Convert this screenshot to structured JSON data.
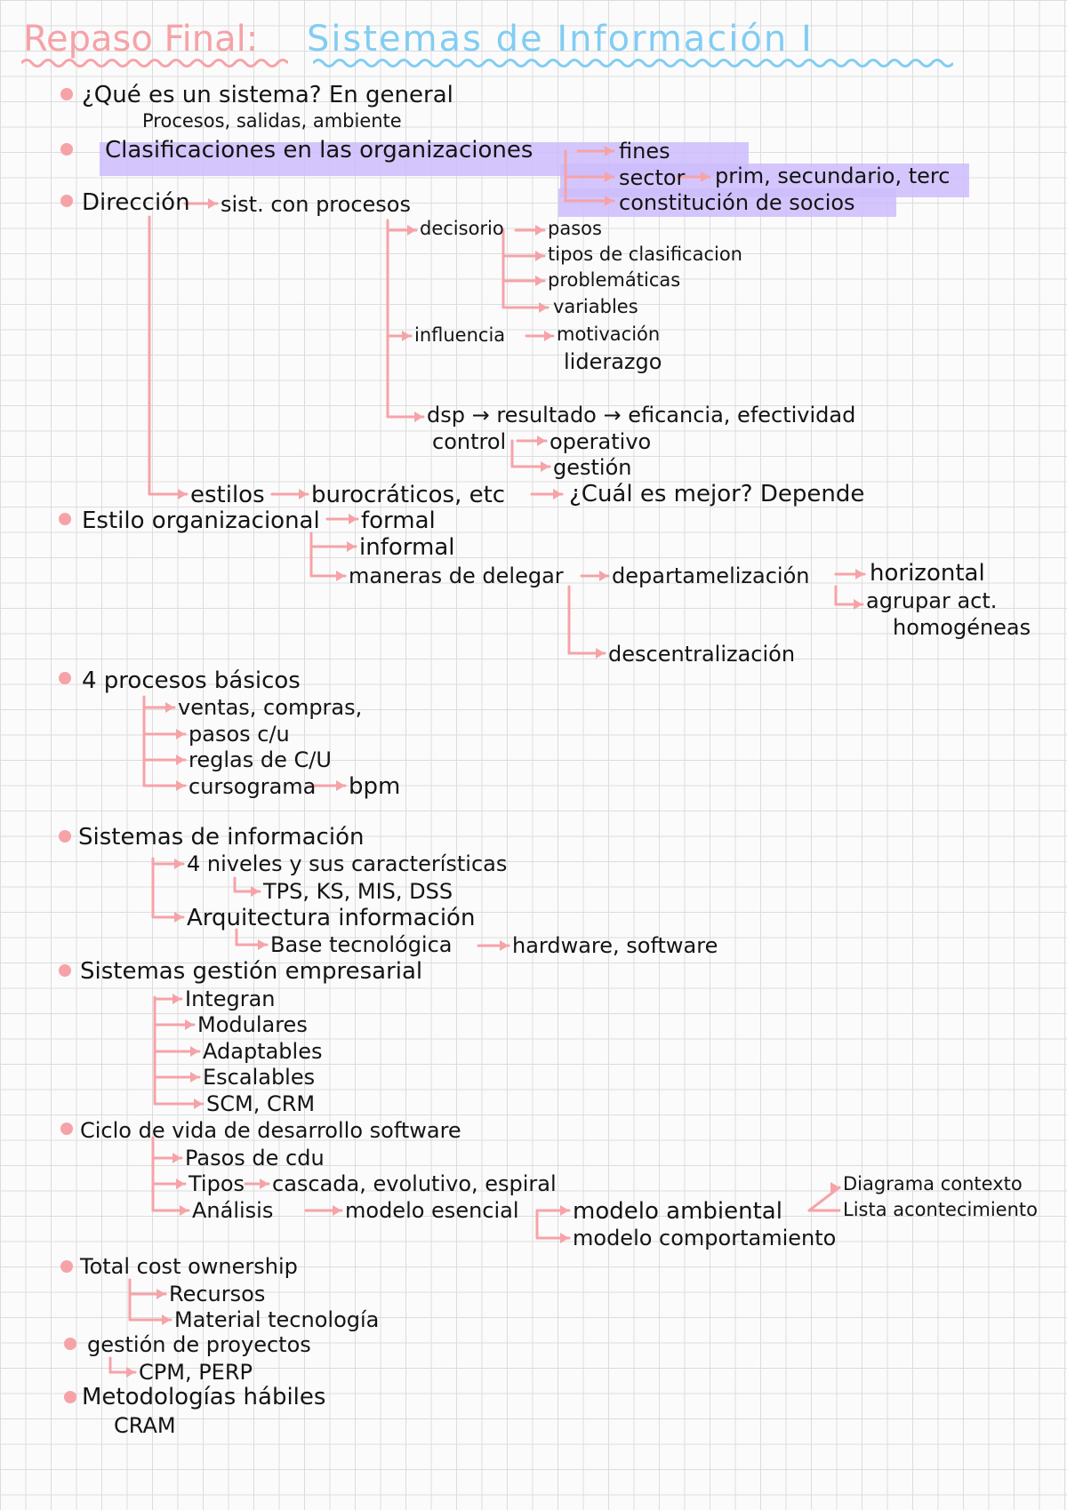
{
  "title": {
    "prefix": "Repaso Final:",
    "subject": "Sistemas de Información I"
  },
  "colors": {
    "pink_accent": "#f6a3a8",
    "blue_title": "#82cdf2",
    "highlight_purple": "#cdbcfb",
    "ink": "#141414",
    "grid": "#dcdcdc"
  },
  "s1": {
    "heading": "¿Qué es un sistema? En general",
    "sub": "Procesos, salidas, ambiente"
  },
  "s2": {
    "heading": "Clasificaciones en las organizaciones",
    "fines": "fines",
    "sector": "sector",
    "sector_detail": "prim, secundario, terc",
    "constitucion": "constitución de socios"
  },
  "s3": {
    "heading": "Dirección",
    "procesos": "sist. con procesos",
    "decisorio": "decisorio",
    "pasos": "pasos",
    "tipos": "tipos de clasificacion",
    "problematicas": "problemáticas",
    "variables": "variables",
    "influencia": "influencia",
    "motivacion": "motivación",
    "liderazgo": "liderazgo",
    "dsp": "dsp → resultado → eficancia, efectividad",
    "control": "control",
    "operativo": "operativo",
    "gestion": "gestión",
    "estilos": "estilos",
    "burocraticos": "burocráticos, etc",
    "cual": "¿Cuál es mejor? Depende"
  },
  "s4": {
    "heading": "Estilo organizacional",
    "formal": "formal",
    "informal": "informal",
    "delegar": "maneras de delegar",
    "departamentalizacion": "departamelización",
    "horizontal": "horizontal",
    "agrupar": "agrupar act.",
    "homogeneas": "homogéneas",
    "descentralizacion": "descentralización"
  },
  "s5": {
    "heading": "4 procesos básicos",
    "items": [
      "ventas, compras,",
      "pasos c/u",
      "reglas de C/U",
      "cursograma"
    ],
    "bpm": "bpm"
  },
  "s6": {
    "heading": "Sistemas de información",
    "niveles": "4 niveles y sus características",
    "tipos": "TPS, KS, MIS, DSS",
    "arquitectura": "Arquitectura información",
    "base": "Base tecnológica",
    "hw": "hardware, software"
  },
  "s7": {
    "heading": "Sistemas gestión empresarial",
    "items": [
      "Integran",
      "Modulares",
      "Adaptables",
      "Escalables",
      "SCM, CRM"
    ]
  },
  "s8": {
    "heading": "Ciclo de vida de desarrollo software",
    "pasos": "Pasos de cdu",
    "tipos": "Tipos",
    "tipos_detail": "cascada, evolutivo, espiral",
    "analisis": "Análisis",
    "esencial": "modelo esencial",
    "ambiental": "modelo ambiental",
    "comportamiento": "modelo comportamiento",
    "diagrama": "Diagrama contexto",
    "lista": "Lista acontecimiento"
  },
  "s9": {
    "heading": "Total cost ownership",
    "items": [
      "Recursos",
      "Material tecnología"
    ]
  },
  "s10": {
    "heading": "gestión de proyectos",
    "item": "CPM, PERP"
  },
  "s11": {
    "heading": "Metodologías hábiles",
    "item": "CRAM"
  }
}
